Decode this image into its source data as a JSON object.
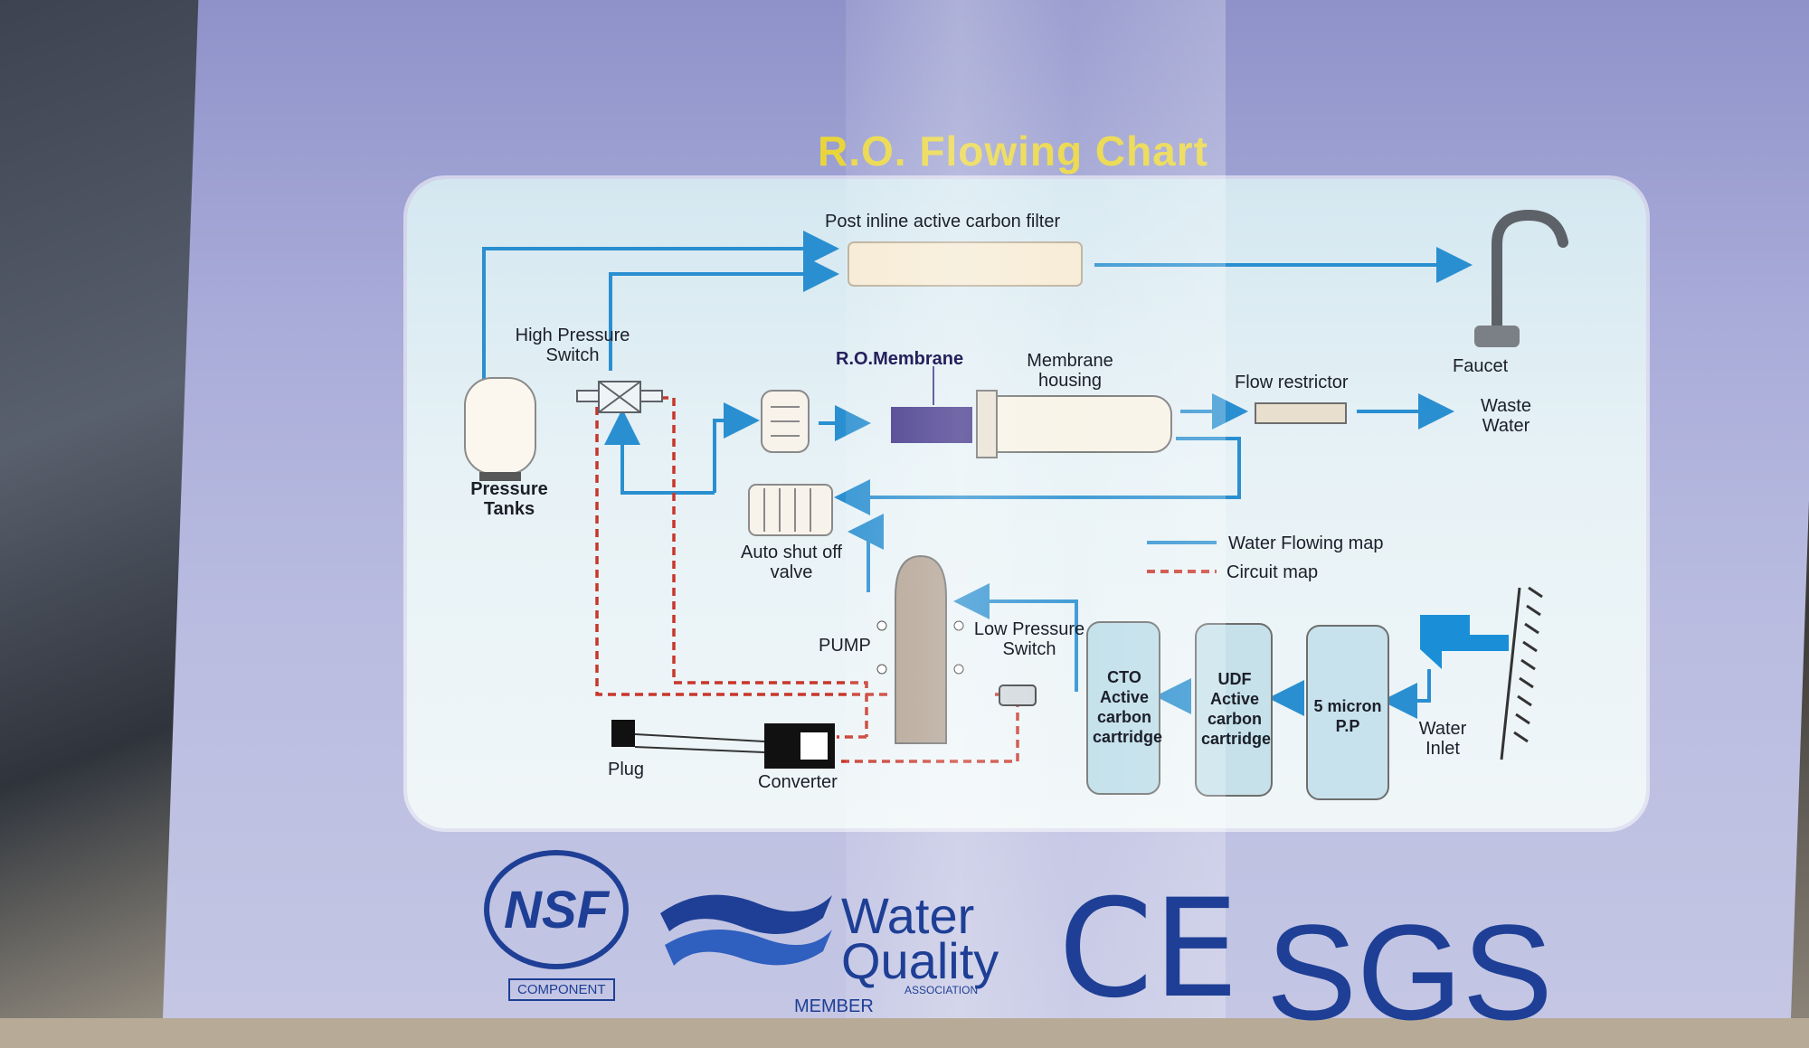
{
  "diagram": {
    "title": "R.O. Flowing Chart",
    "components": {
      "post_filter": "Post inline active carbon filter",
      "faucet": "Faucet",
      "high_pressure_switch": "High Pressure Switch",
      "ro_membrane": "R.O.Membrane",
      "membrane_housing": "Membrane housing",
      "flow_restrictor": "Flow restrictor",
      "waste_water": "Waste Water",
      "pressure_tanks": "Pressure Tanks",
      "auto_shutoff": "Auto shut off valve",
      "pump": "PUMP",
      "low_pressure_switch": "Low Pressure Switch",
      "cto": "CTO Active carbon cartridge",
      "udf": "UDF Active carbon cartridge",
      "pp": "5 micron P.P",
      "water_inlet": "Water Inlet",
      "plug": "Plug",
      "converter": "Converter"
    },
    "legend": {
      "water": "Water Flowing map",
      "circuit": "Circuit map"
    },
    "colors": {
      "water": "#2a8fd0",
      "circuit": "#c8362a",
      "title": "#e9d53b"
    }
  },
  "logos": {
    "nsf": "NSF",
    "nsf_sub": "COMPONENT",
    "wqa_line1": "Water",
    "wqa_line2": "Quality",
    "wqa_assoc": "ASSOCIATION",
    "wqa_member": "MEMBER",
    "ce": "CE",
    "sgs": "SGS"
  }
}
